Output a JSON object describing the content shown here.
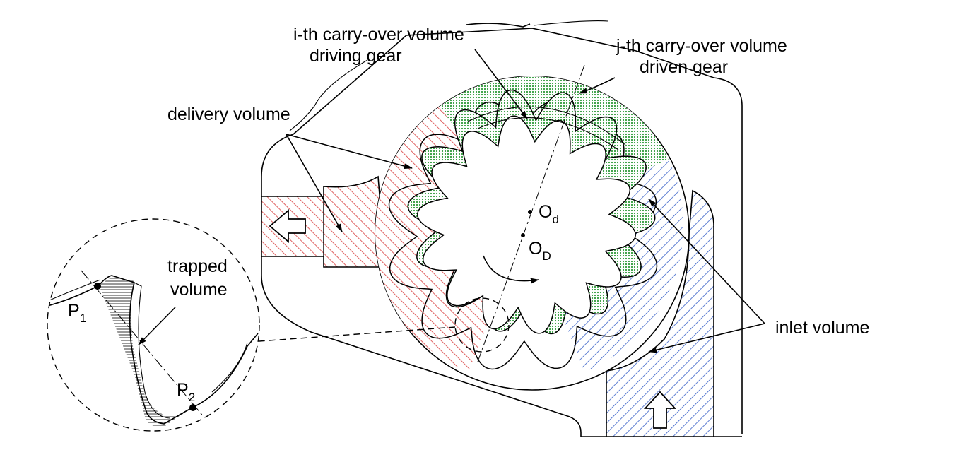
{
  "labels": {
    "i_carry_line1": "i-th carry-over volume",
    "i_carry_line2": "driving gear",
    "j_carry_line1": "j-th carry-over volume",
    "j_carry_line2": "driven gear",
    "delivery": "delivery volume",
    "inlet": "inlet volume",
    "trapped_line1": "trapped",
    "trapped_line2": "volume",
    "center_driven_main": "O",
    "center_driven_sub": "d",
    "center_driving_main": "O",
    "center_driving_sub": "D",
    "point1_main": "P",
    "point1_sub": "1",
    "point2_main": "P",
    "point2_sub": "2"
  },
  "colors": {
    "delivery": "#d94040",
    "inlet": "#3a62c8",
    "carry_over": "#2f9a3a",
    "outline": "#000000",
    "background": "#ffffff"
  },
  "gears": {
    "driving_teeth": 12,
    "driven_teeth": 14
  }
}
